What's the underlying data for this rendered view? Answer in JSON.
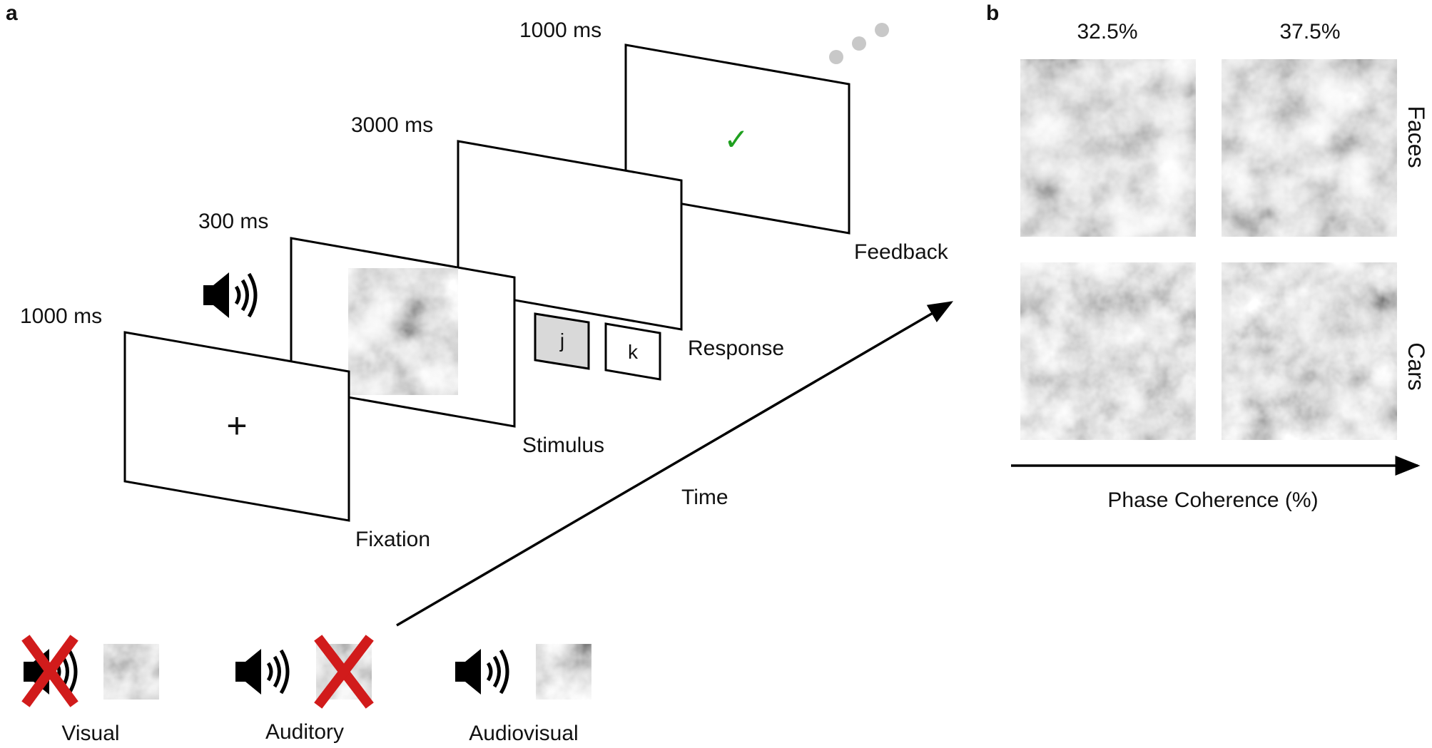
{
  "panel_a": {
    "label": "a",
    "screens": [
      {
        "name": "Fixation",
        "duration": "1000 ms",
        "content": "+"
      },
      {
        "name": "Stimulus",
        "duration": "300 ms"
      },
      {
        "name": "Response",
        "duration": "3000 ms",
        "keys": [
          "j",
          "k"
        ]
      },
      {
        "name": "Feedback",
        "duration": "1000 ms",
        "content": "✓"
      }
    ],
    "time_axis_label": "Time",
    "conditions": [
      "Visual",
      "Auditory",
      "Audiovisual"
    ],
    "icons": [
      "speaker-icon",
      "noise-image-icon",
      "red-cross-icon",
      "ellipsis-dots-icon",
      "checkmark-icon"
    ],
    "colors": {
      "check": "#1fa01f",
      "cross": "#d11b1b",
      "key_pressed": "#d9d9d9",
      "dots": "#c8c8c8"
    }
  },
  "panel_b": {
    "label": "b",
    "columns": [
      "32.5%",
      "37.5%"
    ],
    "rows": [
      "Faces",
      "Cars"
    ],
    "axis_label": "Phase Coherence (%)"
  }
}
